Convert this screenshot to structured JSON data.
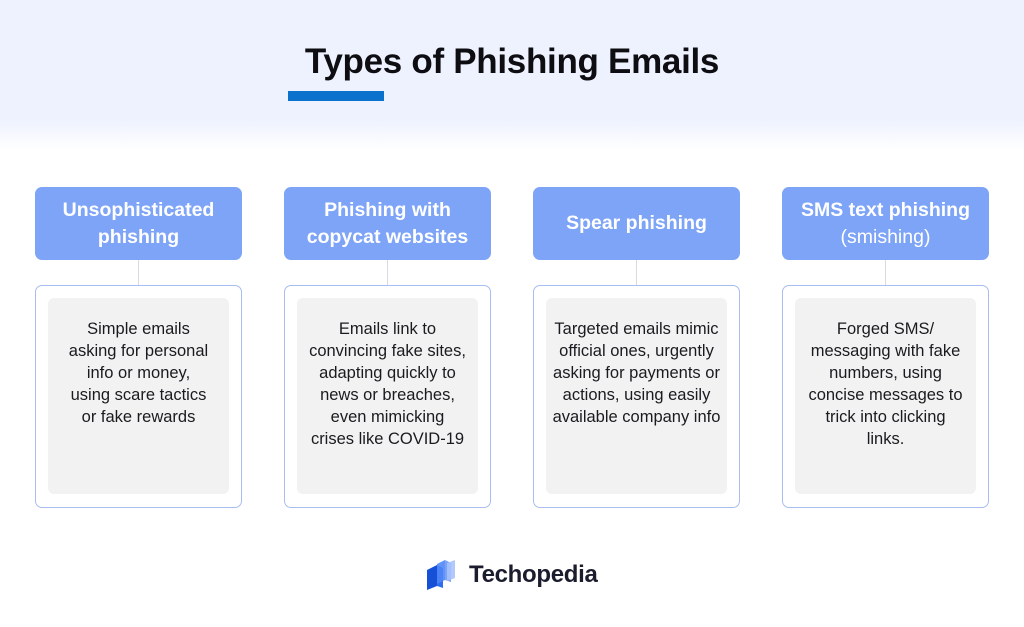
{
  "header": {
    "title": "Types of Phishing Emails",
    "accent_color": "#0a72cc",
    "background_color": "#eef2fe"
  },
  "columns": [
    {
      "heading_line1": "Unsophisticated",
      "heading_line2": "phishing",
      "description": "Simple emails asking for personal info or money, using scare tactics or fake rewards"
    },
    {
      "heading_line1": "Phishing with",
      "heading_line2": "copycat websites",
      "description": "Emails link to convincing fake sites, adapting quickly to news or breaches, even mimicking crises like COVID-19"
    },
    {
      "heading_line1": "Spear phishing",
      "heading_line2": "",
      "description": "Targeted emails mimic official ones, urgently asking for payments or actions, using easily available company info"
    },
    {
      "heading_line1": "SMS text phishing",
      "heading_line2": "(smishing)",
      "description": "Forged SMS/ messaging with fake numbers, using concise messages to trick into clicking links."
    }
  ],
  "colors": {
    "heading_box": "#7ea4f7",
    "card_border": "#a9bdf0",
    "card_inner": "#f2f2f3"
  },
  "footer": {
    "logo_icon": "techopedia-cubes-icon",
    "brand": "Techopedia"
  }
}
